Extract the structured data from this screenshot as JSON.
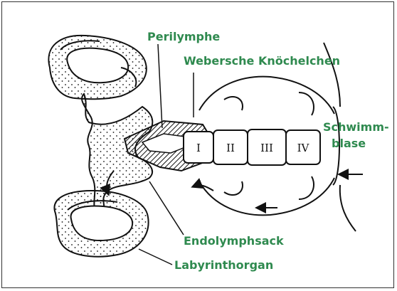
{
  "colors": {
    "label": "#2f8a4f",
    "line": "#111111",
    "frame": "#333333"
  },
  "labels": {
    "perilymphe": "Perilymphe",
    "webersche": "Webersche Knöchelchen",
    "schwimm_line1": "Schwimm-",
    "schwimm_line2": "blase",
    "endolymphsack": "Endolymphsack",
    "labyrinthorgan": "Labyrinthorgan"
  },
  "vertebrae": [
    "I",
    "II",
    "III",
    "IV"
  ]
}
